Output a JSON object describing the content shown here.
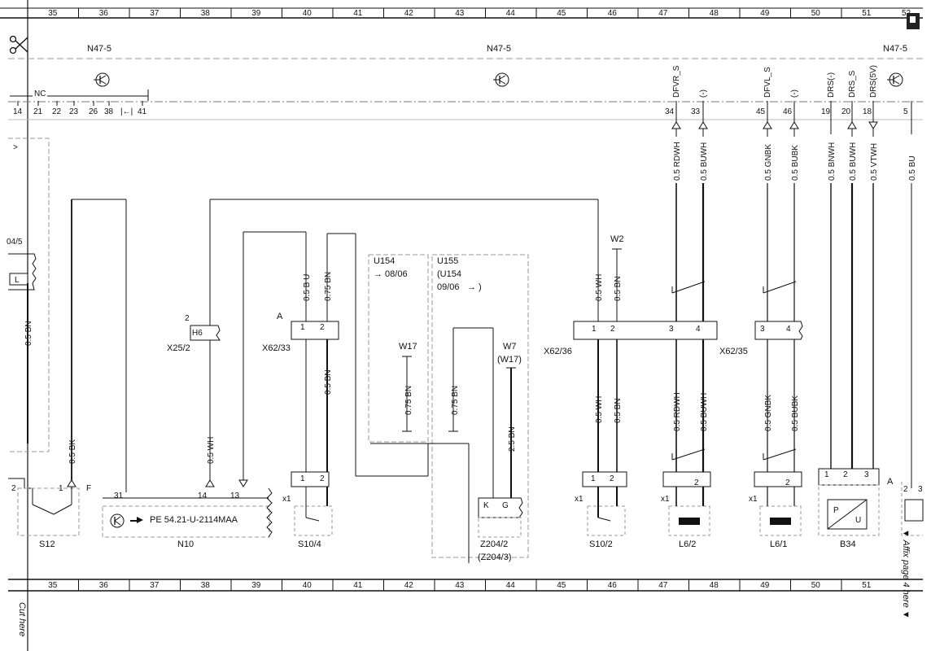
{
  "ruler": {
    "top_leading": "",
    "numbers": [
      "35",
      "36",
      "37",
      "38",
      "39",
      "40",
      "41",
      "42",
      "43",
      "44",
      "45",
      "46",
      "47",
      "48",
      "49",
      "50",
      "51"
    ],
    "top_last": "52"
  },
  "modules": {
    "n47_left": "N47-5",
    "n47_mid": "N47-5",
    "n47_right": "N47-5"
  },
  "connector_row": {
    "nc_label": "NC",
    "left_pins": [
      "14",
      "21",
      "22",
      "23",
      "26",
      "38",
      "|←|",
      "41"
    ],
    "right_pins": [
      "34",
      "33",
      "45",
      "46",
      "19",
      "20",
      "18",
      "5"
    ],
    "signal_labels": [
      "DFVR_S",
      "(-)",
      "DFVL_S",
      "(-)",
      "DRS(-)",
      "DRS_S",
      "DRS(5V)"
    ]
  },
  "wire_labels": {
    "rdwh_top": "0.5 RDWH",
    "buwh_top": "0.5 BUWH",
    "gnbk_top": "0.5 GNBK",
    "bubk_top": "0.5 BUBK",
    "bnwh_top": "0.5 BNWH",
    "buwh_top2": "0.5 BUWH",
    "vtwh_top": "0.5 VTWH",
    "bu_top": "0.5 BU",
    "left_bn": "0.5 BN",
    "bk": "0.5 BK",
    "wh_n10": "0.5 WH",
    "bu_x62": "0.5 B U",
    "bn_x62": "0.75 BN",
    "bn_x62_low": "0.5 BN",
    "bn_w17": "0.75 BN",
    "bn_u155": "0.75 BN",
    "bn_w7": "2.5 BN",
    "wh_x6236": "0.5 WH",
    "bn_x6236": "0.5 BN",
    "wh_low": "0.5 WH",
    "bn_low": "0.5 BN",
    "rdwh_low": "0.5 RDWH",
    "buwh_low": "0.5 BUWH",
    "gnbk_low": "0.5 GNBK",
    "bubk_low": "0.5 BUBK"
  },
  "components": {
    "left_partial": "04/5",
    "l_box": "L",
    "x25_pin": "2",
    "x25_h6": "H6",
    "x25": "X25/2",
    "x62_33_a": "A",
    "x62_33": "X62/33",
    "x62_33_p1": "1",
    "x62_33_p2": "2",
    "u154": "U154",
    "u154_ref": "→ 08/06",
    "u155": "U155",
    "u155_sub": "(U154",
    "u155_ref": "09/06",
    "u155_ref2": "→ )",
    "w17": "W17",
    "w7": "W7",
    "w7_sub": "(W17)",
    "w2": "W2",
    "x62_36": "X62/36",
    "x62_35": "X62/35",
    "x62_36_pins": [
      "1",
      "2",
      "3",
      "4"
    ],
    "x62_35_pins": [
      "3",
      "4"
    ],
    "s12_pins": [
      "2",
      "1"
    ],
    "s12_f": "F",
    "s12": "S12",
    "n10_pins": [
      "31",
      "14",
      "13"
    ],
    "n10_text": "PE 54.21-U-2114MAA",
    "n10": "N10",
    "s104_pins": [
      "1",
      "2"
    ],
    "s104_x1": "x1",
    "s104": "S10/4",
    "z204_k": "K",
    "z204_g": "G",
    "z204": "Z204/2",
    "z204_sub": "(Z204/3)",
    "s102_pins": [
      "1",
      "2"
    ],
    "s102_x1": "x1",
    "s102": "S10/2",
    "l62_x1": "x1",
    "l62_p2": "2",
    "l62": "L6/2",
    "l61_x1": "x1",
    "l61_p2": "2",
    "l61": "L6/1",
    "b34_pins": [
      "1",
      "2",
      "3"
    ],
    "b34_a": "A",
    "b34_p": "P",
    "b34_u": "U",
    "b34": "B34",
    "right_pins": [
      "2",
      "3"
    ]
  },
  "edge_text": {
    "cut_here": "Cut here",
    "affix": "▼ Affix page 4 here ▼"
  }
}
